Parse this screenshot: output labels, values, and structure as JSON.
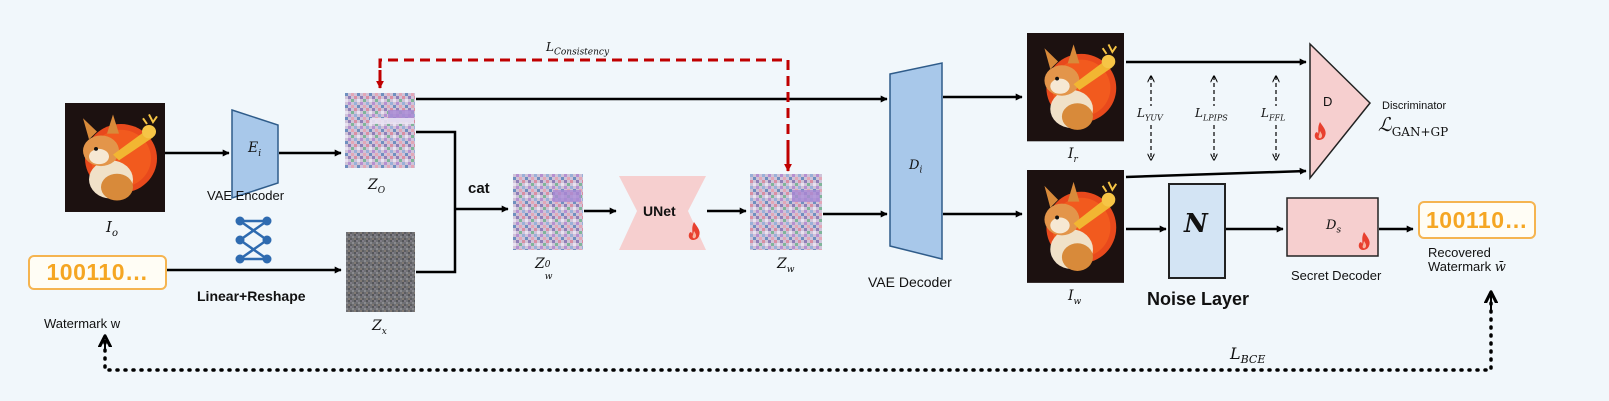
{
  "colors": {
    "background": "#f1f7fb",
    "vae_blue": "#a8c8ea",
    "pink": "#f6cfcf",
    "watermark_orange": "#f5a623",
    "consistency_red": "#c00000",
    "flame": "#e8402f"
  },
  "inputs": {
    "image_label_base": "I",
    "image_label_sub": "o",
    "watermark_bits": "100110…",
    "watermark_label": "Watermark w"
  },
  "encoder": {
    "symbol": "E",
    "symbol_sub": "i",
    "label": "VAE Encoder",
    "linear_label": "Linear+Reshape",
    "linear_icon": "neural-network-icon"
  },
  "latents": {
    "zo_base": "Z",
    "zo_sub": "O",
    "zx_base": "Z",
    "zx_sub": "x",
    "cat_label": "cat",
    "zw0_base": "Z",
    "zw0_sub": "w",
    "zw0_sup": "0",
    "zw_base": "Z",
    "zw_sub": "w"
  },
  "unet": {
    "label": "UNet",
    "icon": "flame-icon"
  },
  "consistency": {
    "label": "L",
    "label_sub": "Consistency"
  },
  "decoder": {
    "symbol": "D",
    "symbol_sub": "i",
    "label": "VAE Decoder"
  },
  "outputs": {
    "ir_base": "I",
    "ir_sub": "r",
    "iw_base": "I",
    "iw_sub": "w"
  },
  "losses": [
    {
      "base": "L",
      "sub": "YUV"
    },
    {
      "base": "L",
      "sub": "LPIPS"
    },
    {
      "base": "L",
      "sub": "FFL"
    }
  ],
  "discriminator": {
    "symbol": "D",
    "label": "Discriminator",
    "loss_base": "ℒ",
    "loss_sub": "GAN+GP",
    "icon": "flame-icon"
  },
  "noise": {
    "symbol": "N",
    "label": "Noise Layer"
  },
  "secret_decoder": {
    "symbol": "D",
    "symbol_sub": "s",
    "label": "Secret Decoder",
    "icon": "flame-icon"
  },
  "recovered": {
    "bits": "100110…",
    "label_line1": "Recovered",
    "label_line2": "Watermark",
    "label_symbol": "w̄"
  },
  "bce": {
    "label": "L",
    "label_sub": "BCE"
  }
}
